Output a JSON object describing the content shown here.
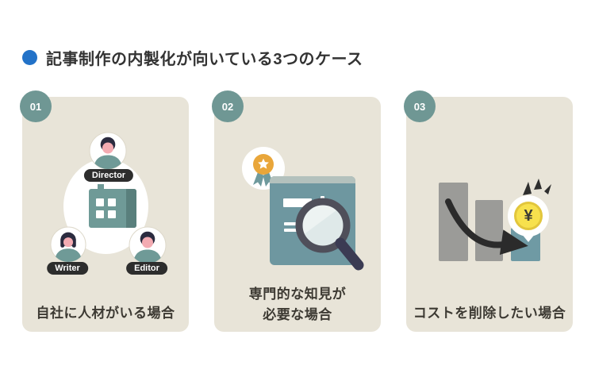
{
  "title": {
    "text": "記事制作の内製化が向いている3つのケース"
  },
  "cards": [
    {
      "number": "01",
      "caption": "自社に人材がいる場合",
      "roles": {
        "director": "Director",
        "writer": "Writer",
        "editor": "Editor"
      }
    },
    {
      "number": "02",
      "caption_line1": "専門的な知見が",
      "caption_line2": "必要な場合"
    },
    {
      "number": "03",
      "caption": "コストを削除したい場合",
      "coin_symbol": "¥"
    }
  ],
  "colors": {
    "title_bullet_blue": "#2272c8",
    "card_background": "#e8e4d8",
    "badge_teal": "#6f9794",
    "illustration_teal": "#6f9a97",
    "document_teal": "#6e97a0",
    "bar_teal": "#6f9aa4",
    "bar_gray": "#9b9b98",
    "label_pill_dark": "#2d2d2d",
    "medal_gold": "#e9a63a",
    "coin_yellow": "#f7e14d",
    "text_dark": "#3d3a33"
  }
}
